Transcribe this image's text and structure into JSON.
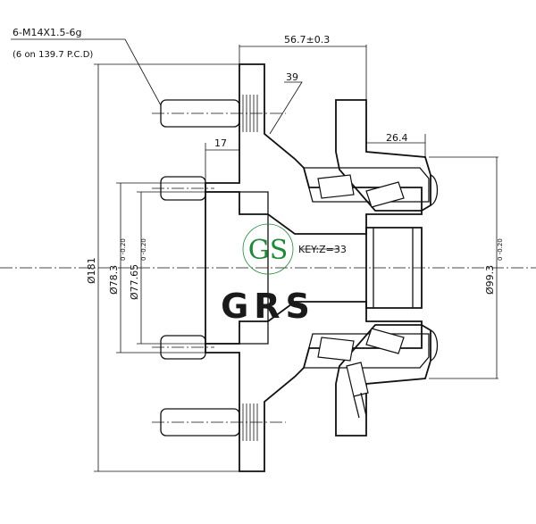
{
  "drawing": {
    "callout": {
      "thread": "6-M14X1.5-6g",
      "pcd": "(6 on 139.7 P.C.D)"
    },
    "dimensions": {
      "width_top": "56.7±0.3",
      "angle": "39",
      "flange_step": "17",
      "bearing_width": "26.4",
      "key": "KEY:Z=33",
      "dia_flange": "Ø181",
      "dia_pilot_a": "Ø78.3",
      "dia_pilot_a_tol": "0\n-0.20",
      "dia_pilot_b": "Ø77.65",
      "dia_pilot_b_tol": "0\n-0.20",
      "dia_outer": "Ø99.3",
      "dia_outer_tol": "0\n-0.20"
    },
    "logos": {
      "gs_mark": "GS",
      "brand": "GRS"
    },
    "colors": {
      "line": "#111111",
      "logo_green": "#1f8a3a",
      "logo_dark": "#1a1a1a"
    }
  }
}
